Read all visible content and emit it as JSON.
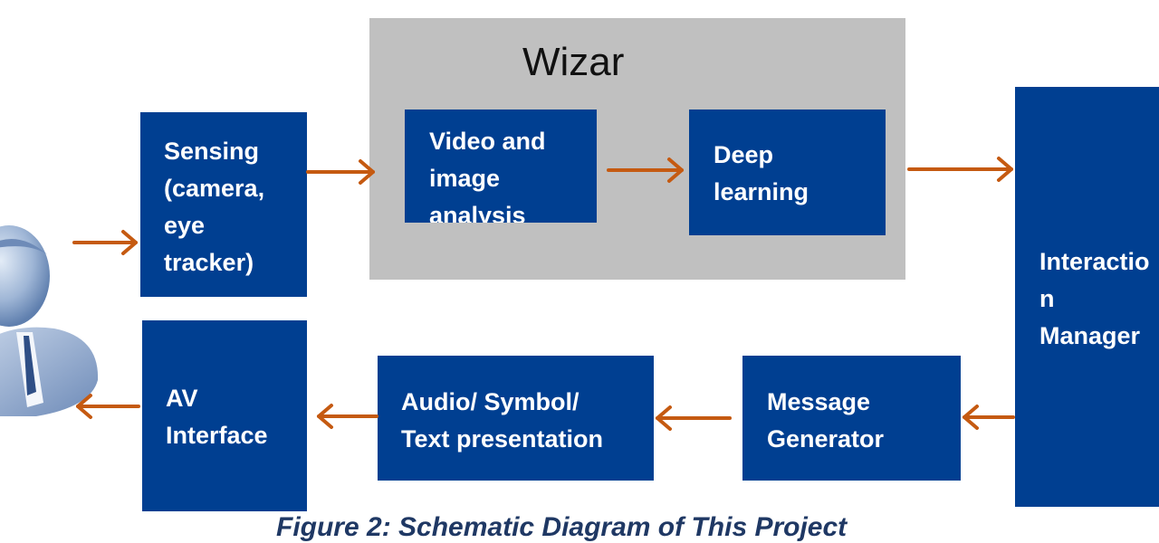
{
  "wizar": {
    "title": "Wizar"
  },
  "boxes": {
    "sensing": "Sensing\n(camera,\neye\ntracker)",
    "video": "Video and\nimage\nanalysis",
    "deep": "Deep\nlearning",
    "interaction": "Interactio\nn\nManager",
    "message": "Message\nGenerator",
    "audio": "Audio/ Symbol/\nText presentation",
    "av": "AV\nInterface"
  },
  "caption": "Figure 2: Schematic Diagram of This Project",
  "colors": {
    "box_fill": "#003f91",
    "arrow": "#c55a11",
    "panel": "#c0c0c0"
  },
  "icons": {
    "user": "user-avatar-icon"
  }
}
